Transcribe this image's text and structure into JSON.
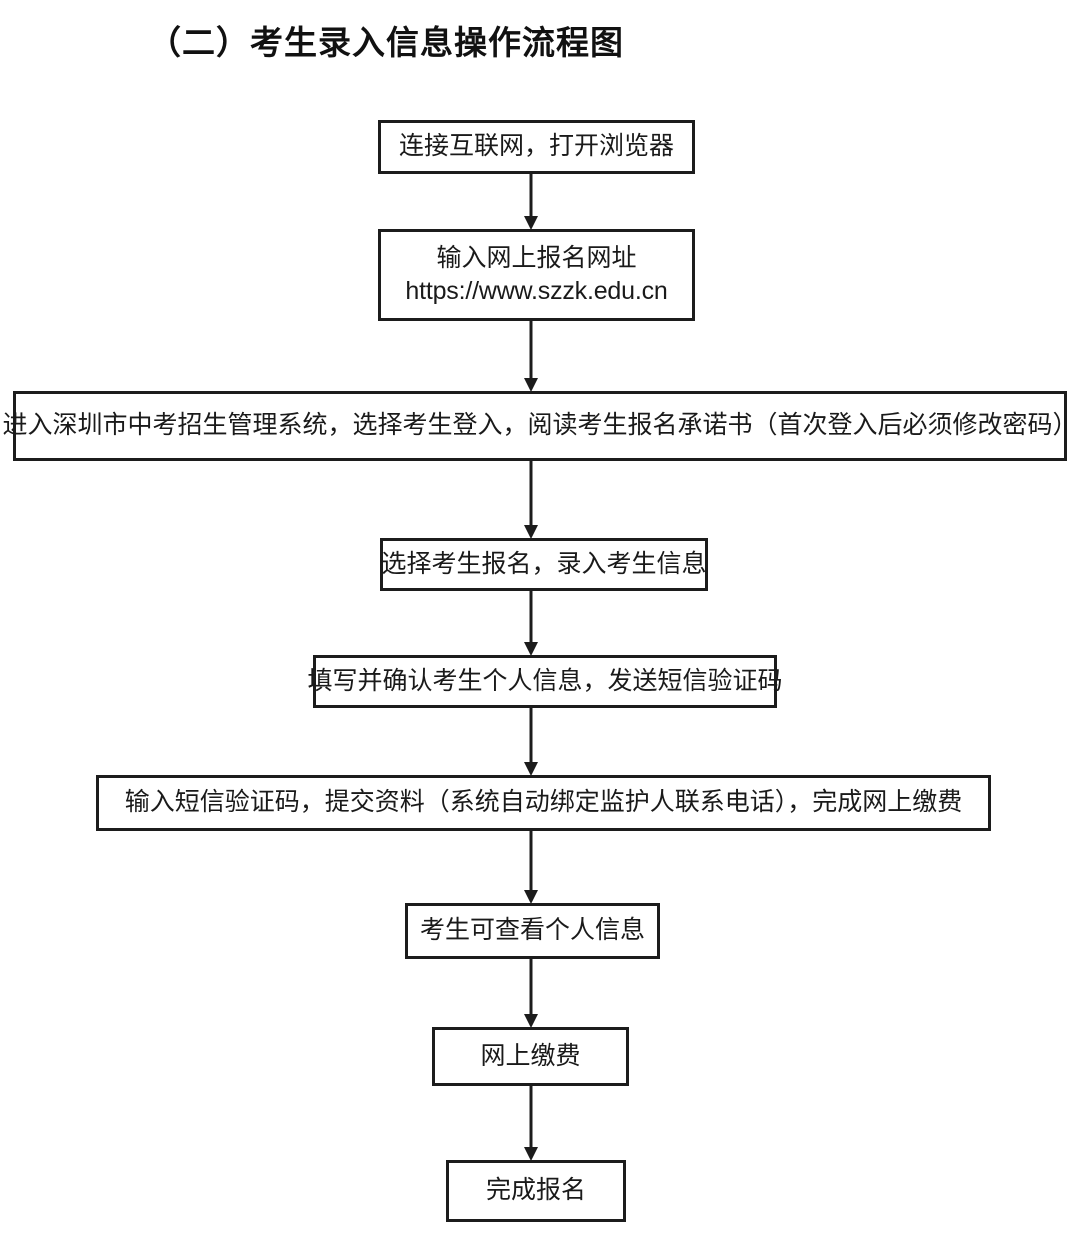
{
  "title": "（二）考生录入信息操作流程图",
  "flowchart": {
    "type": "flowchart",
    "direction": "top-to-bottom",
    "nodes": [
      {
        "id": "connect-internet",
        "lines": [
          "连接互联网，打开浏览器"
        ]
      },
      {
        "id": "enter-url",
        "lines": [
          "输入网上报名网址",
          "https://www.szzk.edu.cn"
        ]
      },
      {
        "id": "enter-system",
        "lines": [
          "进入深圳市中考招生管理系统，选择考生登入，阅读考生报名承诺书（首次登入后必须修改密码）"
        ]
      },
      {
        "id": "select-signup",
        "lines": [
          "选择考生报名，录入考生信息"
        ]
      },
      {
        "id": "fill-confirm",
        "lines": [
          "填写并确认考生个人信息，发送短信验证码"
        ]
      },
      {
        "id": "submit-pay",
        "lines": [
          "输入短信验证码，提交资料（系统自动绑定监护人联系电话），完成网上缴费"
        ]
      },
      {
        "id": "view-info",
        "lines": [
          "考生可查看个人信息"
        ]
      },
      {
        "id": "online-payment",
        "lines": [
          "网上缴费"
        ]
      },
      {
        "id": "finish-signup",
        "lines": [
          "完成报名"
        ]
      }
    ],
    "edges": [
      {
        "from": "connect-internet",
        "to": "enter-url",
        "arrow": "down"
      },
      {
        "from": "enter-url",
        "to": "enter-system",
        "arrow": "down"
      },
      {
        "from": "enter-system",
        "to": "select-signup",
        "arrow": "down"
      },
      {
        "from": "select-signup",
        "to": "fill-confirm",
        "arrow": "down"
      },
      {
        "from": "fill-confirm",
        "to": "submit-pay",
        "arrow": "down"
      },
      {
        "from": "submit-pay",
        "to": "view-info",
        "arrow": "down"
      },
      {
        "from": "view-info",
        "to": "online-payment",
        "arrow": "down"
      },
      {
        "from": "online-payment",
        "to": "finish-signup",
        "arrow": "down"
      }
    ],
    "colors": {
      "background": "#ffffff",
      "box_border": "#1c1c1c",
      "box_fill": "#ffffff",
      "text": "#1a1a1a",
      "connector": "#1c1c1c"
    }
  }
}
